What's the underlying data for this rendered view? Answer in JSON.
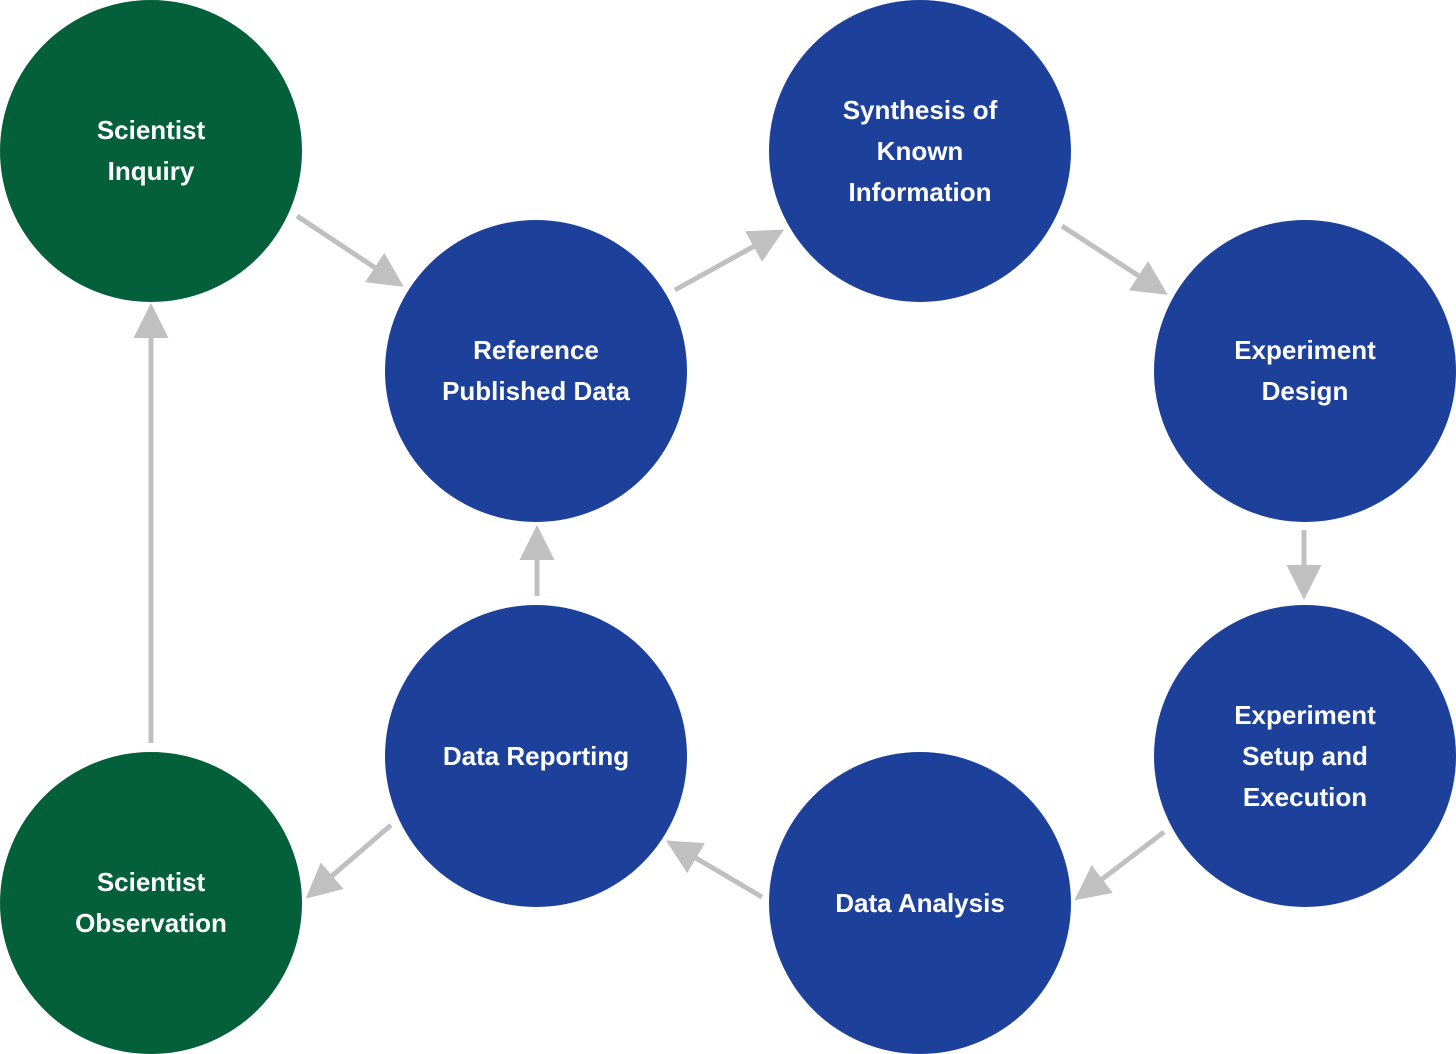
{
  "diagram": {
    "colors": {
      "scientist_node": "#03603a",
      "process_node": "#1d419b",
      "arrow": "#c0c0c0",
      "label": "#ffffff"
    },
    "nodes": {
      "scientist_inquiry": {
        "label": "Scientist\nInquiry"
      },
      "reference_published_data": {
        "label": "Reference\nPublished Data"
      },
      "synthesis_of_known_information": {
        "label": "Synthesis of\nKnown\nInformation"
      },
      "experiment_design": {
        "label": "Experiment\nDesign"
      },
      "experiment_setup_and_execution": {
        "label": "Experiment\nSetup and\nExecution"
      },
      "data_analysis": {
        "label": "Data Analysis"
      },
      "data_reporting": {
        "label": "Data Reporting"
      },
      "scientist_observation": {
        "label": "Scientist\nObservation"
      }
    },
    "edges": [
      {
        "from": "scientist_inquiry",
        "to": "reference_published_data"
      },
      {
        "from": "reference_published_data",
        "to": "synthesis_of_known_information"
      },
      {
        "from": "synthesis_of_known_information",
        "to": "experiment_design"
      },
      {
        "from": "experiment_design",
        "to": "experiment_setup_and_execution"
      },
      {
        "from": "experiment_setup_and_execution",
        "to": "data_analysis"
      },
      {
        "from": "data_analysis",
        "to": "data_reporting"
      },
      {
        "from": "data_reporting",
        "to": "reference_published_data"
      },
      {
        "from": "data_reporting",
        "to": "scientist_observation"
      },
      {
        "from": "scientist_observation",
        "to": "scientist_inquiry"
      }
    ]
  }
}
